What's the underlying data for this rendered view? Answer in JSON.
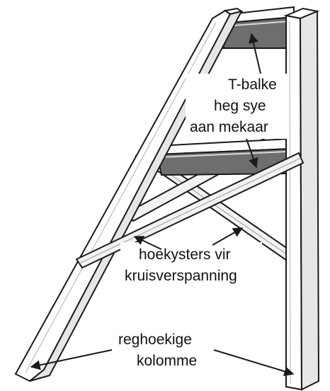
{
  "diagram": {
    "labels": {
      "t_beam": [
        "T-balke",
        "heg sye",
        "aan mekaar"
      ],
      "angle_bracing": [
        "hoekysters vir",
        "kruisverspanning"
      ],
      "columns": [
        "reghoekige",
        "kolomme"
      ]
    },
    "colors": {
      "outline": "#1a1a1a",
      "member_fill": "#ffffff",
      "member_shade": "#e6e6e6",
      "beam_dark": "#6e6e6e",
      "beam_light": "#d9d9d9",
      "text": "#111111"
    }
  }
}
